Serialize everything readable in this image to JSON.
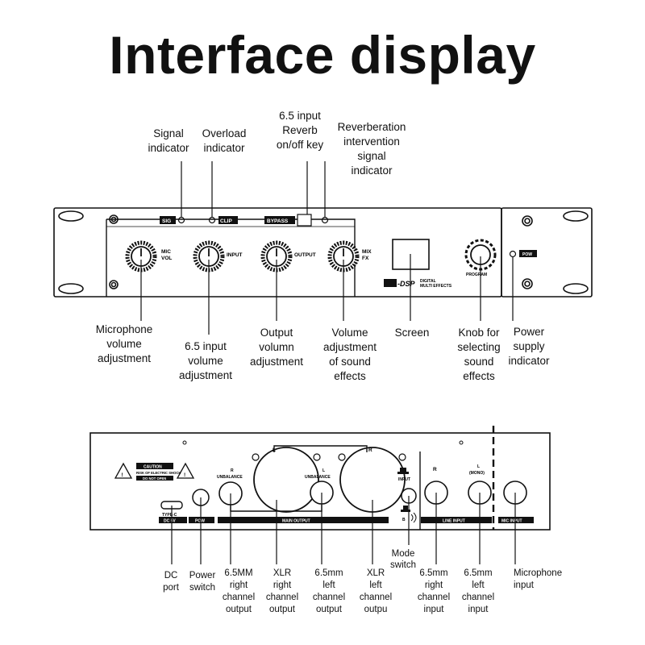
{
  "title": "Interface display",
  "front_labels": {
    "sig": "Signal|indicator",
    "clip": "Overload|indicator",
    "reverb_key": "6.5 input|Reverb|on/off key",
    "reverb_ind": "Reverberation|intervention|signal|indicator",
    "mic_vol": "Microphone|volume|adjustment",
    "input_vol": "6.5 input|volume|adjustment",
    "output_vol": "Output|volumn|adjustment",
    "fx_vol": "Volume|adjustment|of sound|effects",
    "screen": "Screen",
    "program": "Knob for|selecting|sound|effects",
    "pow_ind": "Power|supply|indicator"
  },
  "front_panel": {
    "sig": "SIG",
    "clip": "CLIP",
    "bypass": "BYPASS",
    "mic_vol": "MIC|VOL",
    "input": "INPUT",
    "output": "OUTPUT",
    "mix_fx": "MIX|FX",
    "program": "PROGRAM",
    "pow": "POW",
    "brand": "-DSP",
    "brand_sub": "DIGITAL|MULTI EFFECTS"
  },
  "back_panel": {
    "caution_title": "CAUTION",
    "caution_l1": "RISK OF ELECTRIC SHOCK",
    "caution_l2": "DO NOT OPEN",
    "typec": "TYPE-C",
    "dc5v": "DC 5V",
    "pow": "POW",
    "main_output": "MAIN OUTPUT",
    "line_input": "LINE INPUT",
    "mic_input": "MIC INPUT",
    "r_unbalance": "R|UNBALANCE",
    "l_unbalance": "L|UNBALANCE",
    "xlr_l": "L",
    "xlr_r": "R",
    "line_r": "R",
    "line_l": "L|(MONO)",
    "input_sw": "INPUT"
  },
  "back_labels": {
    "dc": "DC|port",
    "power": "Power|switch",
    "r65": "6.5MM|right|channel|output",
    "xlr_r": "XLR|right|channel|output",
    "l65": "6.5mm|left|channel|output",
    "xlr_l": "XLR|left|channel|outpu",
    "mode": "Mode|switch",
    "line_r": "6.5mm|right|channel|input",
    "line_l": "6.5mm|left|channel|input",
    "mic": "Microphone|input"
  }
}
